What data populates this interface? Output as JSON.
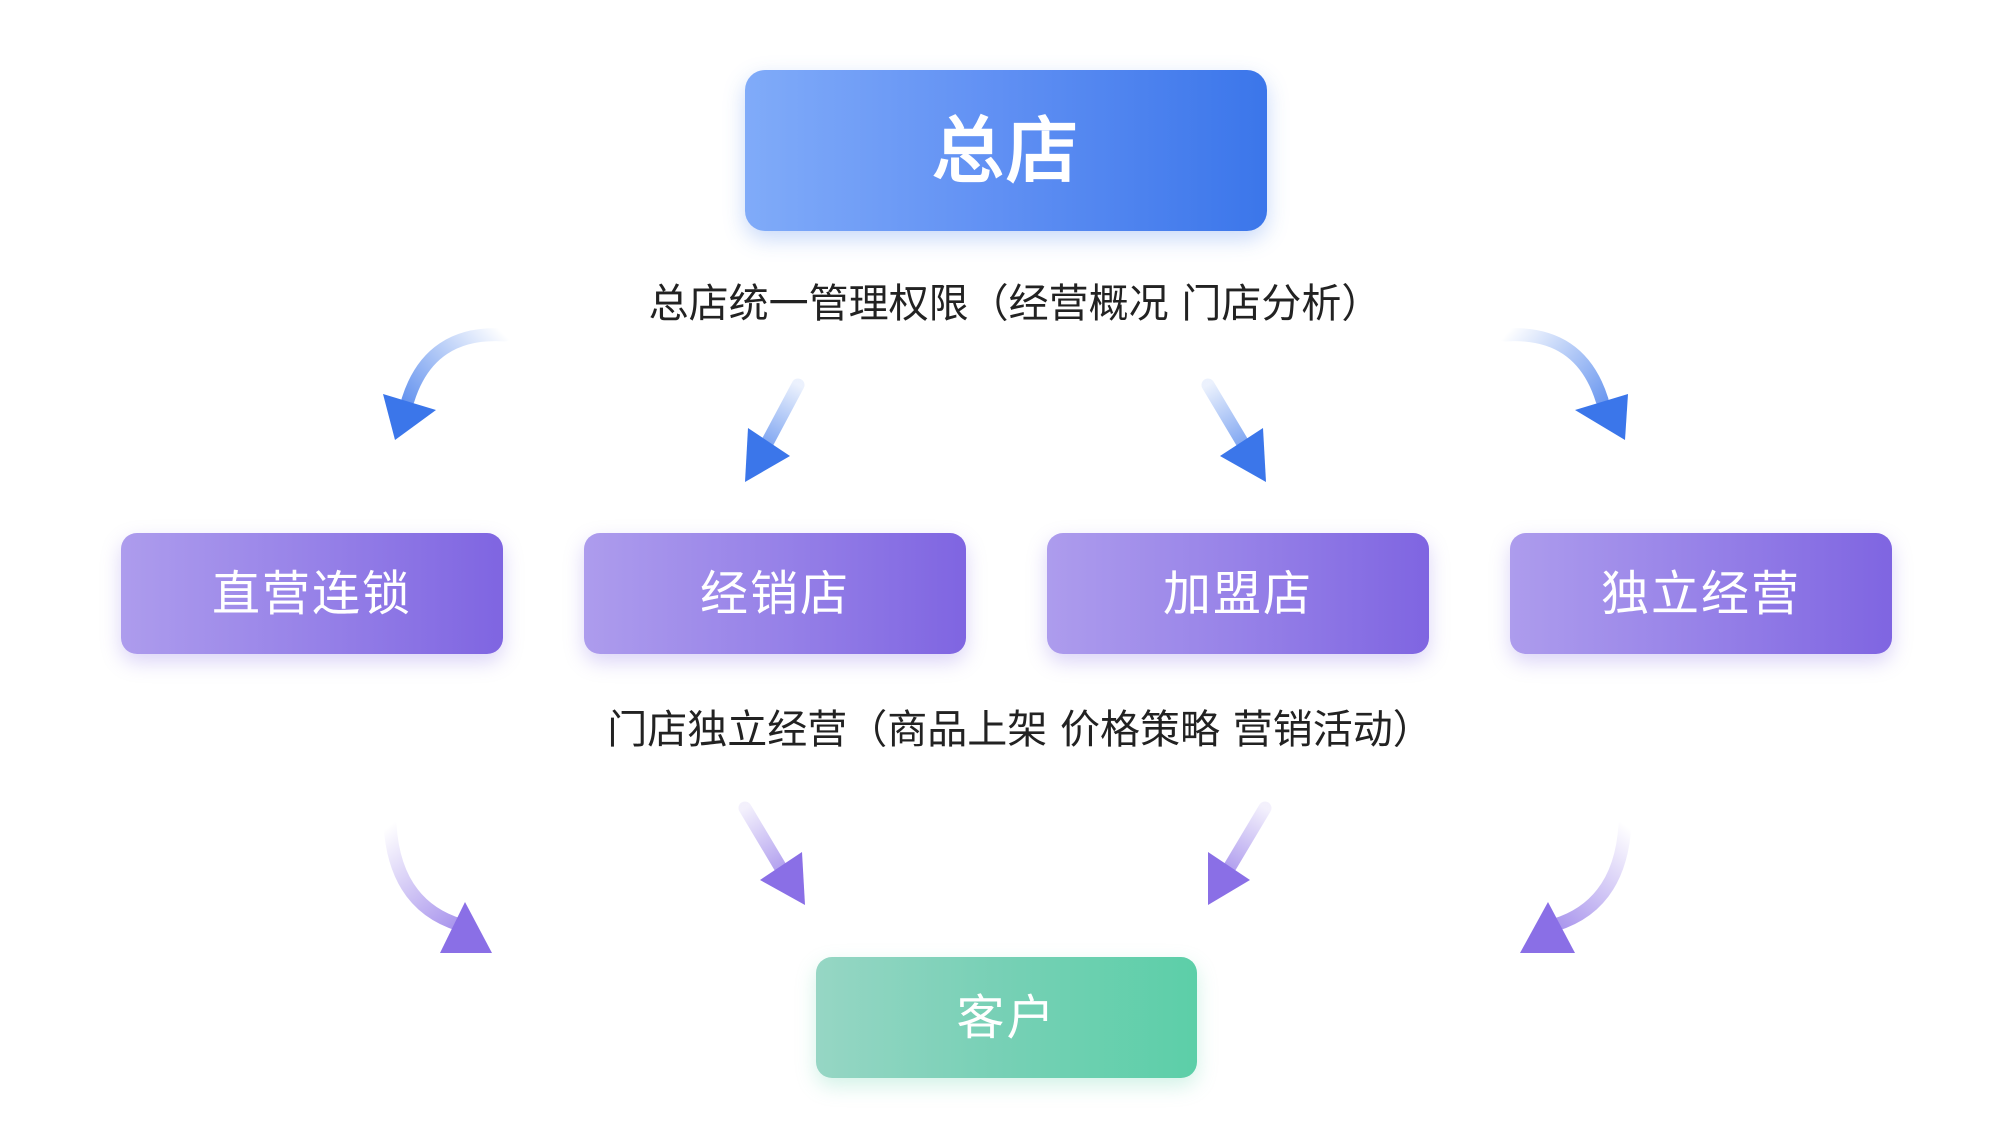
{
  "diagram": {
    "headquarters": "总店",
    "headquarters_caption": "总店统一管理权限（经营概况  门店分析）",
    "store_types": [
      {
        "label": "直营连锁"
      },
      {
        "label": "经销店"
      },
      {
        "label": "加盟店"
      },
      {
        "label": "独立经营"
      }
    ],
    "store_caption": "门店独立经营（商品上架 价格策略 营销活动）",
    "customer": "客户"
  },
  "colors": {
    "headquarters_gradient": [
      "#80abf9",
      "#3b76ea"
    ],
    "store_gradient": [
      "#ad9ced",
      "#7f65e1"
    ],
    "customer_gradient": [
      "#96d6c4",
      "#5ccfa8"
    ],
    "upper_arrow": "#3b76ea",
    "lower_arrow": "#8a6fe6",
    "caption_text": "#222222"
  },
  "icons": {
    "upper_arrows": "arrow-down-icon",
    "lower_arrows": "arrow-down-icon"
  }
}
